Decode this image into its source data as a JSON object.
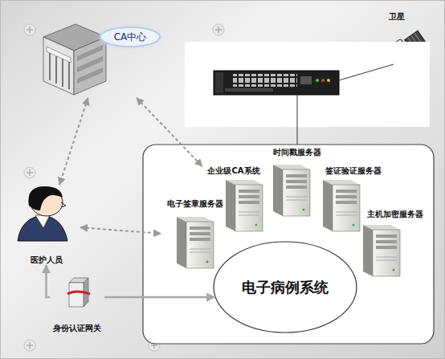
{
  "diagram": {
    "nodes": [
      {
        "text": [
          "CA中心"
        ]
      },
      {
        "text": [
          "时间戳服务器"
        ]
      },
      {
        "text": [
          "企业级CA系统"
        ]
      },
      {
        "text": [
          "签证验证服务器"
        ]
      },
      {
        "text": [
          "电子签章服务器"
        ]
      },
      {
        "text": [
          "医护人员"
        ]
      },
      {
        "text": [
          "主机加密服务器"
        ]
      },
      {
        "text": [
          "电子病例系统"
        ]
      },
      {
        "text": [
          "身份认证网关"
        ]
      }
    ],
    "edges": [
      {
        "from": 0,
        "to": 2,
        "arrow": "both"
      },
      {
        "from": 0,
        "to": 5,
        "arrow": "both"
      },
      {
        "from": 5,
        "to": 4,
        "arrow": "both"
      },
      {
        "from": 8,
        "to": 5,
        "arrow": "to"
      },
      {
        "from": 8,
        "to": 7,
        "arrow": "to"
      }
    ],
    "labels": [
      "卫星"
    ]
  }
}
